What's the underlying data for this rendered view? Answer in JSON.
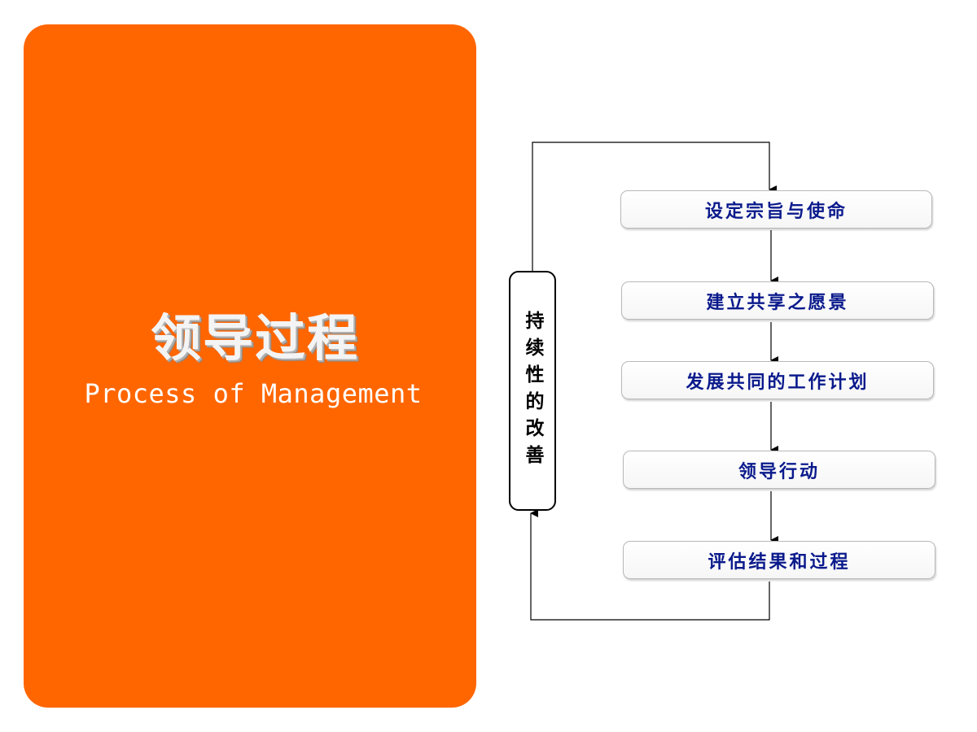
{
  "slide": {
    "title": "领导过程",
    "subtitle": "Process of Management",
    "accent_color": "#ff6600",
    "step_text_color": "#0a1a8c"
  },
  "diagram": {
    "steps": [
      {
        "label": "设定宗旨与使命"
      },
      {
        "label": "建立共享之愿景"
      },
      {
        "label": "发展共同的工作计划"
      },
      {
        "label": "领导行动"
      },
      {
        "label": "评估结果和过程"
      }
    ],
    "loop_label": "持续性的改善"
  }
}
